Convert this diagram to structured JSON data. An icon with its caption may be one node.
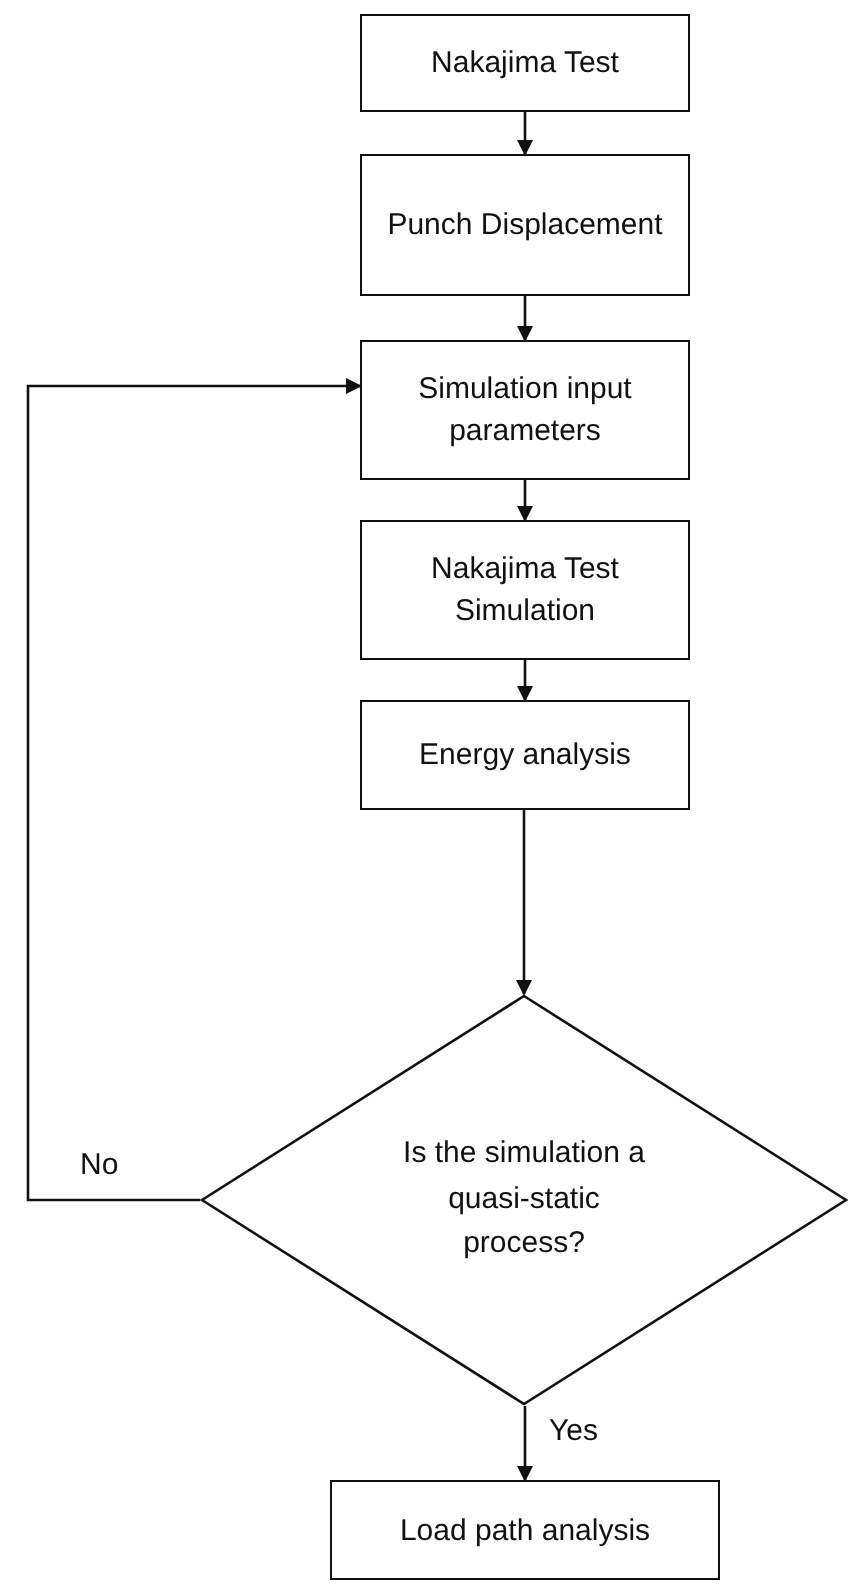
{
  "diagram": {
    "nodes": [
      {
        "text": [
          "Nakajima Test"
        ]
      },
      {
        "text": [
          "Punch Displacement"
        ]
      },
      {
        "text": [
          "Simulation input parameters"
        ]
      },
      {
        "text": [
          "Nakajima Test Simulation"
        ]
      },
      {
        "text": [
          "Energy analysis"
        ]
      },
      {
        "text": [
          "Is the simulation a quasi-static process?"
        ]
      },
      {
        "text": [
          "Load path analysis"
        ]
      }
    ],
    "edges": [
      {
        "from": 0,
        "to": 1,
        "arrow": "to"
      },
      {
        "from": 1,
        "to": 2,
        "arrow": "to"
      },
      {
        "from": 2,
        "to": 3,
        "arrow": "to"
      },
      {
        "from": 3,
        "to": 4,
        "arrow": "to"
      },
      {
        "from": 4,
        "to": 5,
        "arrow": "to"
      },
      {
        "from": 5,
        "to": 2,
        "arrow": "to",
        "label": "No"
      },
      {
        "from": 5,
        "to": 6,
        "arrow": "to",
        "label": "Yes"
      }
    ]
  }
}
